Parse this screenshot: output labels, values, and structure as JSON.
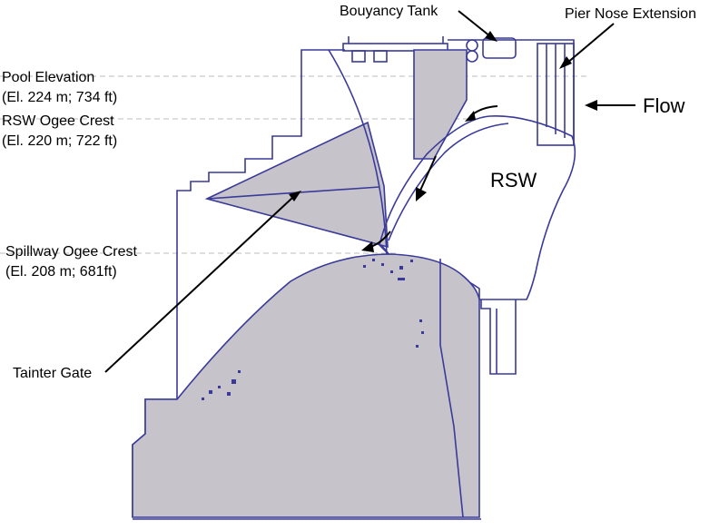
{
  "labels": {
    "buoyancy_tank": "Bouyancy Tank",
    "pier_nose_extension": "Pier Nose Extension",
    "flow": "Flow",
    "rsw": "RSW",
    "tainter_gate": "Tainter Gate"
  },
  "elevations": {
    "pool": {
      "name": "Pool Elevation",
      "value": "(El. 224 m; 734 ft)"
    },
    "rsw_ogee_crest": {
      "name": "RSW Ogee Crest",
      "value": "(El. 220 m; 722 ft)"
    },
    "spillway_ogee_crest": {
      "name": "Spillway Ogee Crest",
      "value": "(El. 208 m; 681ft)"
    }
  },
  "colors": {
    "outline": "#3a3a9a",
    "concrete_fill": "#c6c4ca",
    "reference_line": "#bdbdbd",
    "text": "#000000"
  }
}
